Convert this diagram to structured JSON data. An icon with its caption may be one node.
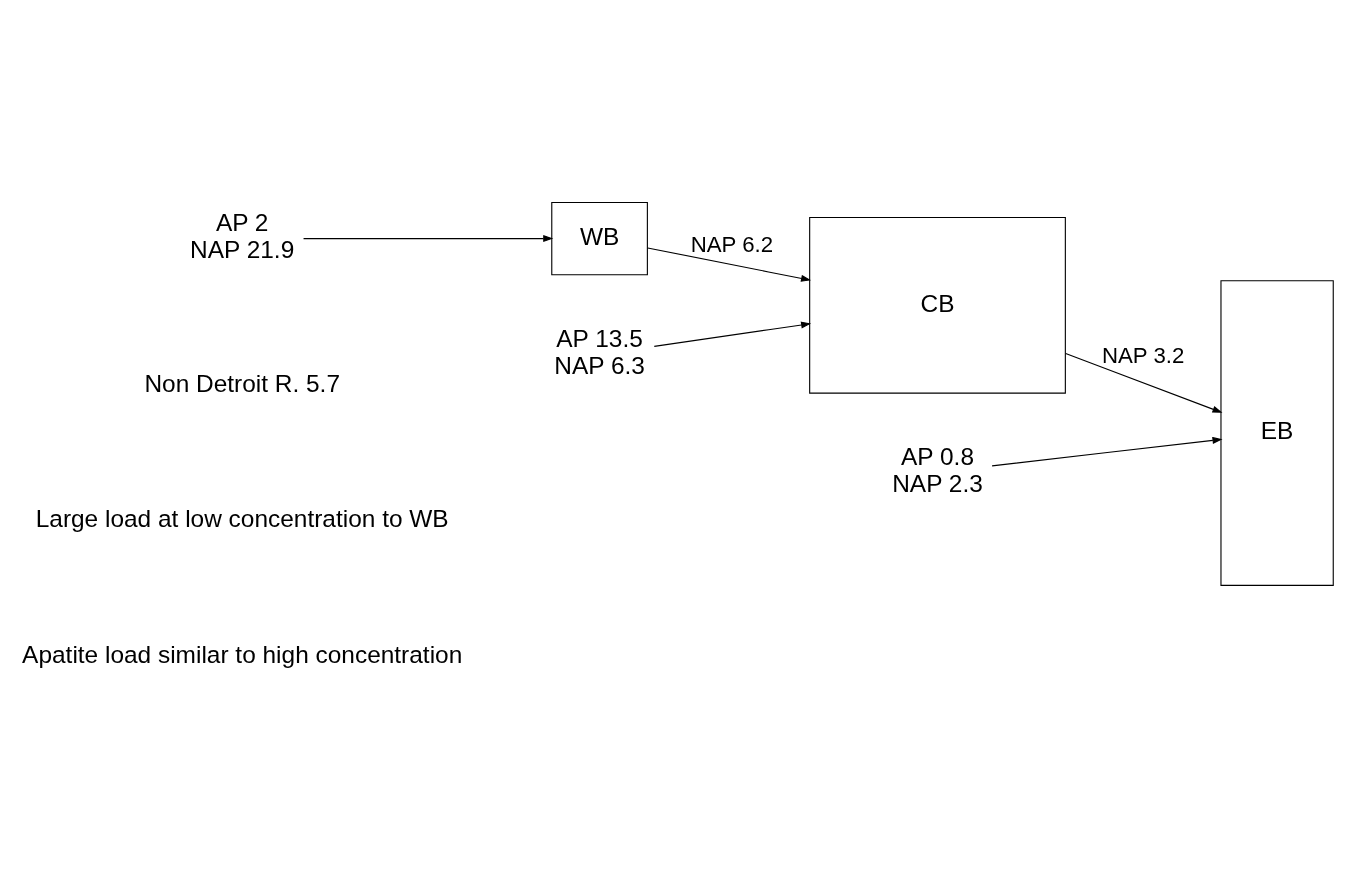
{
  "diagram": {
    "nodes": [
      {
        "text": [
          "AP 2",
          "NAP 21.9"
        ]
      },
      {
        "text": [
          "WB"
        ]
      },
      {
        "text": [
          "AP 13.5",
          "NAP 6.3"
        ]
      },
      {
        "text": [
          "CB"
        ]
      },
      {
        "text": [
          "AP 0.8",
          "NAP 2.3"
        ]
      },
      {
        "text": [
          "EB"
        ]
      }
    ],
    "edges": [
      {
        "from": 0,
        "to": 1,
        "arrow": "to"
      },
      {
        "from": 1,
        "to": 3,
        "arrow": "to",
        "label": "NAP 6.2"
      },
      {
        "from": 2,
        "to": 3,
        "arrow": "to"
      },
      {
        "from": 3,
        "to": 5,
        "arrow": "to",
        "label": "NAP 3.2"
      },
      {
        "from": 4,
        "to": 5,
        "arrow": "to"
      }
    ],
    "labels": [
      "Non Detroit R. 5.7",
      "Large load at low concentration to WB",
      "Apatite load similar to high concentration"
    ]
  }
}
